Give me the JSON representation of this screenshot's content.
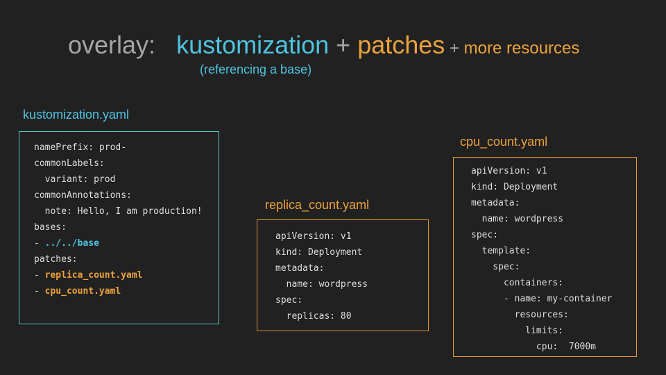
{
  "colors": {
    "background": "#212121",
    "gray": "#A6A6A6",
    "cyan": "#4FC3E0",
    "cyan_border": "#5BCDC5",
    "orange": "#EBA23D",
    "orange_border": "#DE9A33",
    "code_text": "#DEDEDE"
  },
  "title": {
    "segments": [
      {
        "text": "overlay:   ",
        "color": "gray",
        "size": "large"
      },
      {
        "text": "kustomization",
        "color": "cyan",
        "size": "large"
      },
      {
        "text": " + ",
        "color": "gray",
        "size": "large"
      },
      {
        "text": "patches",
        "color": "orange",
        "size": "large"
      },
      {
        "text": " + ",
        "color": "gray",
        "size": "small"
      },
      {
        "text": "more resources",
        "color": "orange",
        "size": "small"
      }
    ],
    "subtitle": "(referencing a base)"
  },
  "boxes": [
    {
      "label": "kustomization.yaml",
      "accent": "cyan",
      "lines": [
        [
          {
            "t": "namePrefix: prod-"
          }
        ],
        [
          {
            "t": "commonLabels:"
          }
        ],
        [
          {
            "t": "  variant: prod"
          }
        ],
        [
          {
            "t": "commonAnnotations:"
          }
        ],
        [
          {
            "t": "  note: Hello, I am production!"
          }
        ],
        [
          {
            "t": "bases:"
          }
        ],
        [
          {
            "t": "- "
          },
          {
            "t": "../../base",
            "s": "cyan"
          }
        ],
        [
          {
            "t": "patches:"
          }
        ],
        [
          {
            "t": "- "
          },
          {
            "t": "replica_count.yaml",
            "s": "orange"
          }
        ],
        [
          {
            "t": "- "
          },
          {
            "t": "cpu_count.yaml",
            "s": "orange"
          }
        ]
      ]
    },
    {
      "label": "replica_count.yaml",
      "accent": "orange",
      "lines": [
        [
          {
            "t": "apiVersion: v1"
          }
        ],
        [
          {
            "t": "kind: Deployment"
          }
        ],
        [
          {
            "t": "metadata:"
          }
        ],
        [
          {
            "t": "  name: wordpress"
          }
        ],
        [
          {
            "t": "spec:"
          }
        ],
        [
          {
            "t": "  replicas: 80"
          }
        ]
      ]
    },
    {
      "label": "cpu_count.yaml",
      "accent": "orange",
      "lines": [
        [
          {
            "t": "apiVersion: v1"
          }
        ],
        [
          {
            "t": "kind: Deployment"
          }
        ],
        [
          {
            "t": "metadata:"
          }
        ],
        [
          {
            "t": "  name: wordpress"
          }
        ],
        [
          {
            "t": "spec:"
          }
        ],
        [
          {
            "t": "  template:"
          }
        ],
        [
          {
            "t": "    spec:"
          }
        ],
        [
          {
            "t": "      containers:"
          }
        ],
        [
          {
            "t": "      - name: my-container"
          }
        ],
        [
          {
            "t": "        resources:"
          }
        ],
        [
          {
            "t": "          limits:"
          }
        ],
        [
          {
            "t": "            cpu:  7000m"
          }
        ]
      ]
    }
  ]
}
